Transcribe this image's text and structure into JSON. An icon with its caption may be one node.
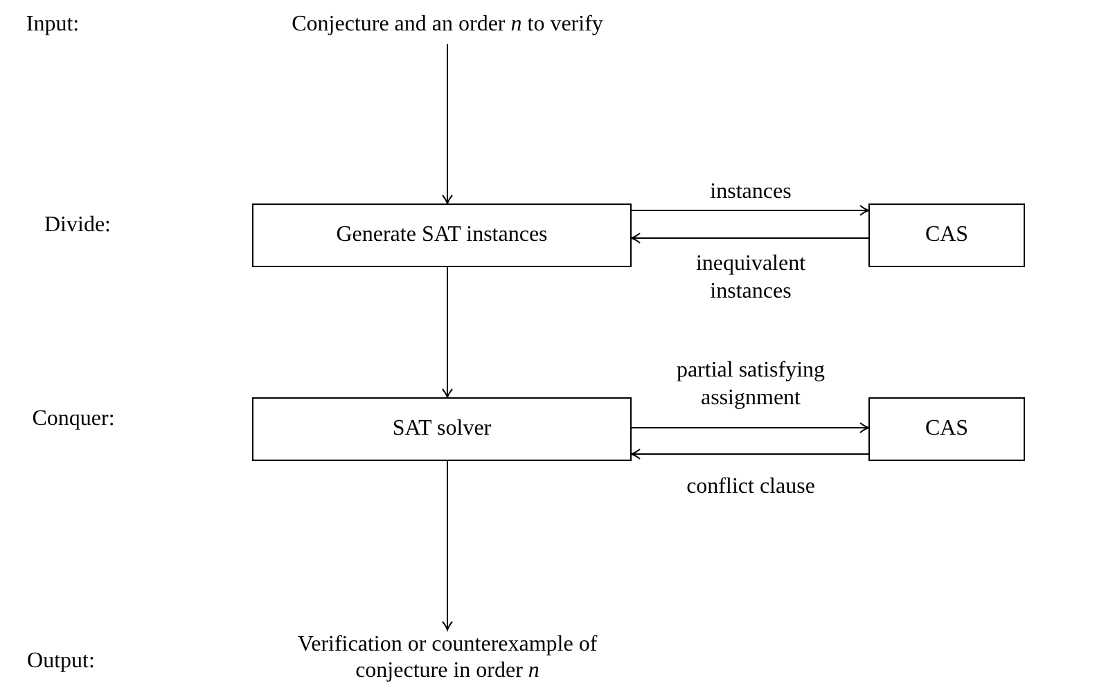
{
  "diagram": {
    "nodes": [
      {
        "text": [
          "Conjecture and an order *n* to verify"
        ]
      },
      {
        "text": [
          "Generate SAT instances"
        ]
      },
      {
        "text": [
          "CAS"
        ]
      },
      {
        "text": [
          "SAT solver"
        ]
      },
      {
        "text": [
          "CAS"
        ]
      },
      {
        "text": [
          "Verification or counterexample of conjecture in order *n*"
        ]
      }
    ],
    "edges": [
      {
        "from": 0,
        "to": 1,
        "arrow": "to"
      },
      {
        "from": 1,
        "to": 2,
        "arrow": "to",
        "label": "instances"
      },
      {
        "from": 2,
        "to": 1,
        "arrow": "to",
        "label": "inequivalent instances"
      },
      {
        "from": 1,
        "to": 3,
        "arrow": "to"
      },
      {
        "from": 3,
        "to": 4,
        "arrow": "to",
        "label": "partial satisfying assignment"
      },
      {
        "from": 4,
        "to": 3,
        "arrow": "to",
        "label": "conflict clause"
      },
      {
        "from": 3,
        "to": 5,
        "arrow": "to"
      }
    ],
    "labels": [
      "Input:",
      "Divide:",
      "Conquer:",
      "Output:"
    ]
  }
}
